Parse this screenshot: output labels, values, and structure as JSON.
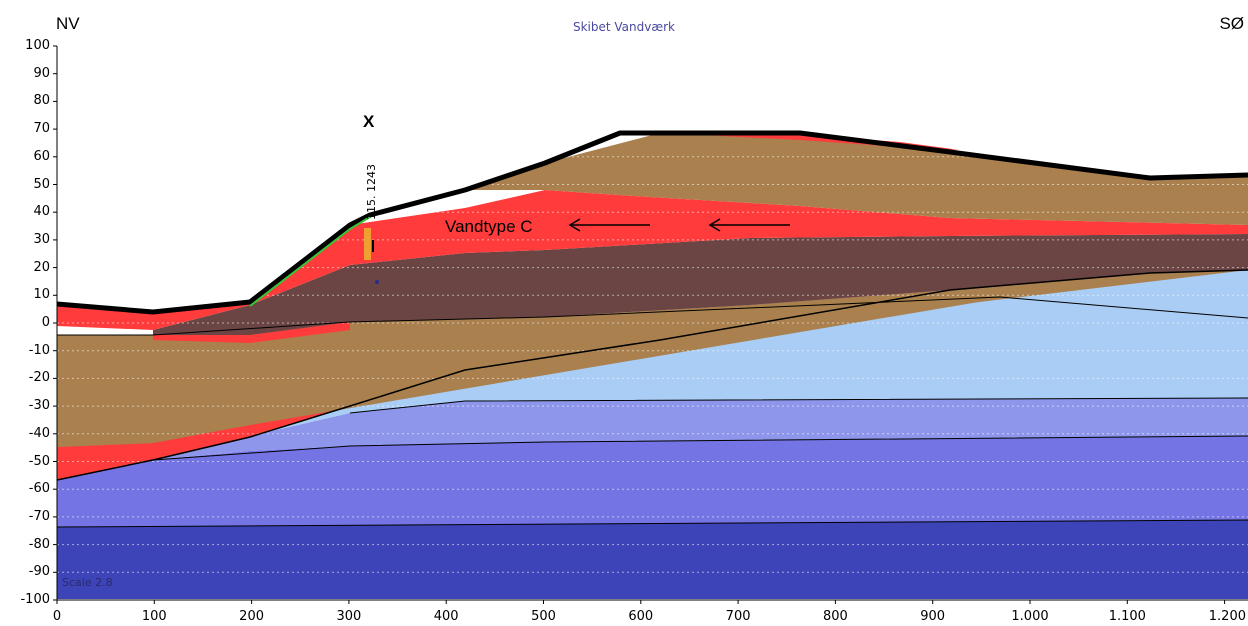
{
  "header": {
    "left_direction": "NV",
    "right_direction": "SØ",
    "title": "Skibet Vandværk"
  },
  "annotations": {
    "water_type": "Vandtype C",
    "well_label": "115. 1243",
    "well_marker": "X",
    "scale": "Scale 2.8"
  },
  "colors": {
    "soil_brown": "#a9804e",
    "dark_brown": "#6b4444",
    "red_layer": "#ff3b3b",
    "light_blue": "#a9cdf5",
    "mid_blue": "#8d96ea",
    "blue": "#7474e4",
    "dark_blue": "#3d44b8",
    "surface_line": "#000000",
    "title_color": "#4a4aa0"
  },
  "chart_data": {
    "type": "cross-section",
    "title": "Skibet Vandværk",
    "xlabel": "",
    "ylabel": "",
    "xlim": [
      0,
      1220
    ],
    "ylim": [
      -100,
      100
    ],
    "x_ticks": [
      "0",
      "100",
      "200",
      "300",
      "400",
      "500",
      "600",
      "700",
      "800",
      "900",
      "1.000",
      "1.100",
      "1.200"
    ],
    "y_ticks": [
      "100",
      "90",
      "80",
      "70",
      "60",
      "50",
      "40",
      "30",
      "20",
      "10",
      "0",
      "-10",
      "-20",
      "-30",
      "-40",
      "-50",
      "-60",
      "-70",
      "-80",
      "-90",
      "-100"
    ],
    "grid": "horizontal dotted",
    "surface": {
      "x": [
        0,
        100,
        200,
        300,
        320,
        400,
        500,
        615,
        650,
        800,
        900,
        1000,
        1100,
        1220
      ],
      "y": [
        6,
        3,
        7,
        33,
        37,
        45,
        55,
        69,
        69,
        69,
        62,
        58,
        51,
        52
      ]
    },
    "layers": [
      {
        "name": "lowest",
        "color": "dark_blue",
        "top_x": [
          0,
          1220
        ],
        "top_y": [
          -74,
          -72
        ]
      },
      {
        "name": "blue",
        "color": "blue",
        "top_x": [
          0,
          150,
          300,
          500,
          1220
        ],
        "top_y": [
          -57,
          -47,
          -44,
          -42,
          -38
        ]
      },
      {
        "name": "mid blue",
        "color": "mid_blue",
        "top_x": [
          100,
          300,
          420,
          1220
        ],
        "top_y": [
          -50,
          -35,
          -29,
          -27
        ]
      },
      {
        "name": "light blue",
        "color": "light_blue",
        "top_x": [
          100,
          300,
          420,
          600,
          900,
          1100,
          1220
        ],
        "top_y": [
          -50,
          -32,
          -18,
          -7,
          10,
          17,
          19
        ]
      }
    ],
    "arrows": [
      {
        "from_x": 610,
        "to_x": 525,
        "y": 35
      },
      {
        "from_x": 750,
        "to_x": 665,
        "y": 35
      }
    ],
    "well": {
      "x": 320,
      "top": 37,
      "bottom": 14
    }
  }
}
